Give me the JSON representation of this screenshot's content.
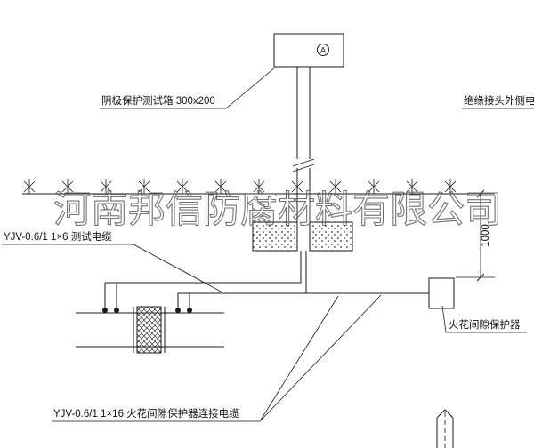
{
  "diagram": {
    "watermark": "河南邦信防腐材料有限公司",
    "labels": {
      "test_box": "阴极保护测试箱 300x200",
      "outer_cable": "绝缘接头外侧电缆",
      "test_cable": "YJV-0.6/1 1×6  测试电缆",
      "protector_cable": "YJV-0.6/1 1×16  火花间隙保护器连接电缆",
      "protector": "火花间隙保护器",
      "dimension": "1000",
      "meter": "A"
    },
    "colors": {
      "line": "#1a1a1a",
      "watermark": "#5a5a5a",
      "background": "#ffffff"
    }
  }
}
